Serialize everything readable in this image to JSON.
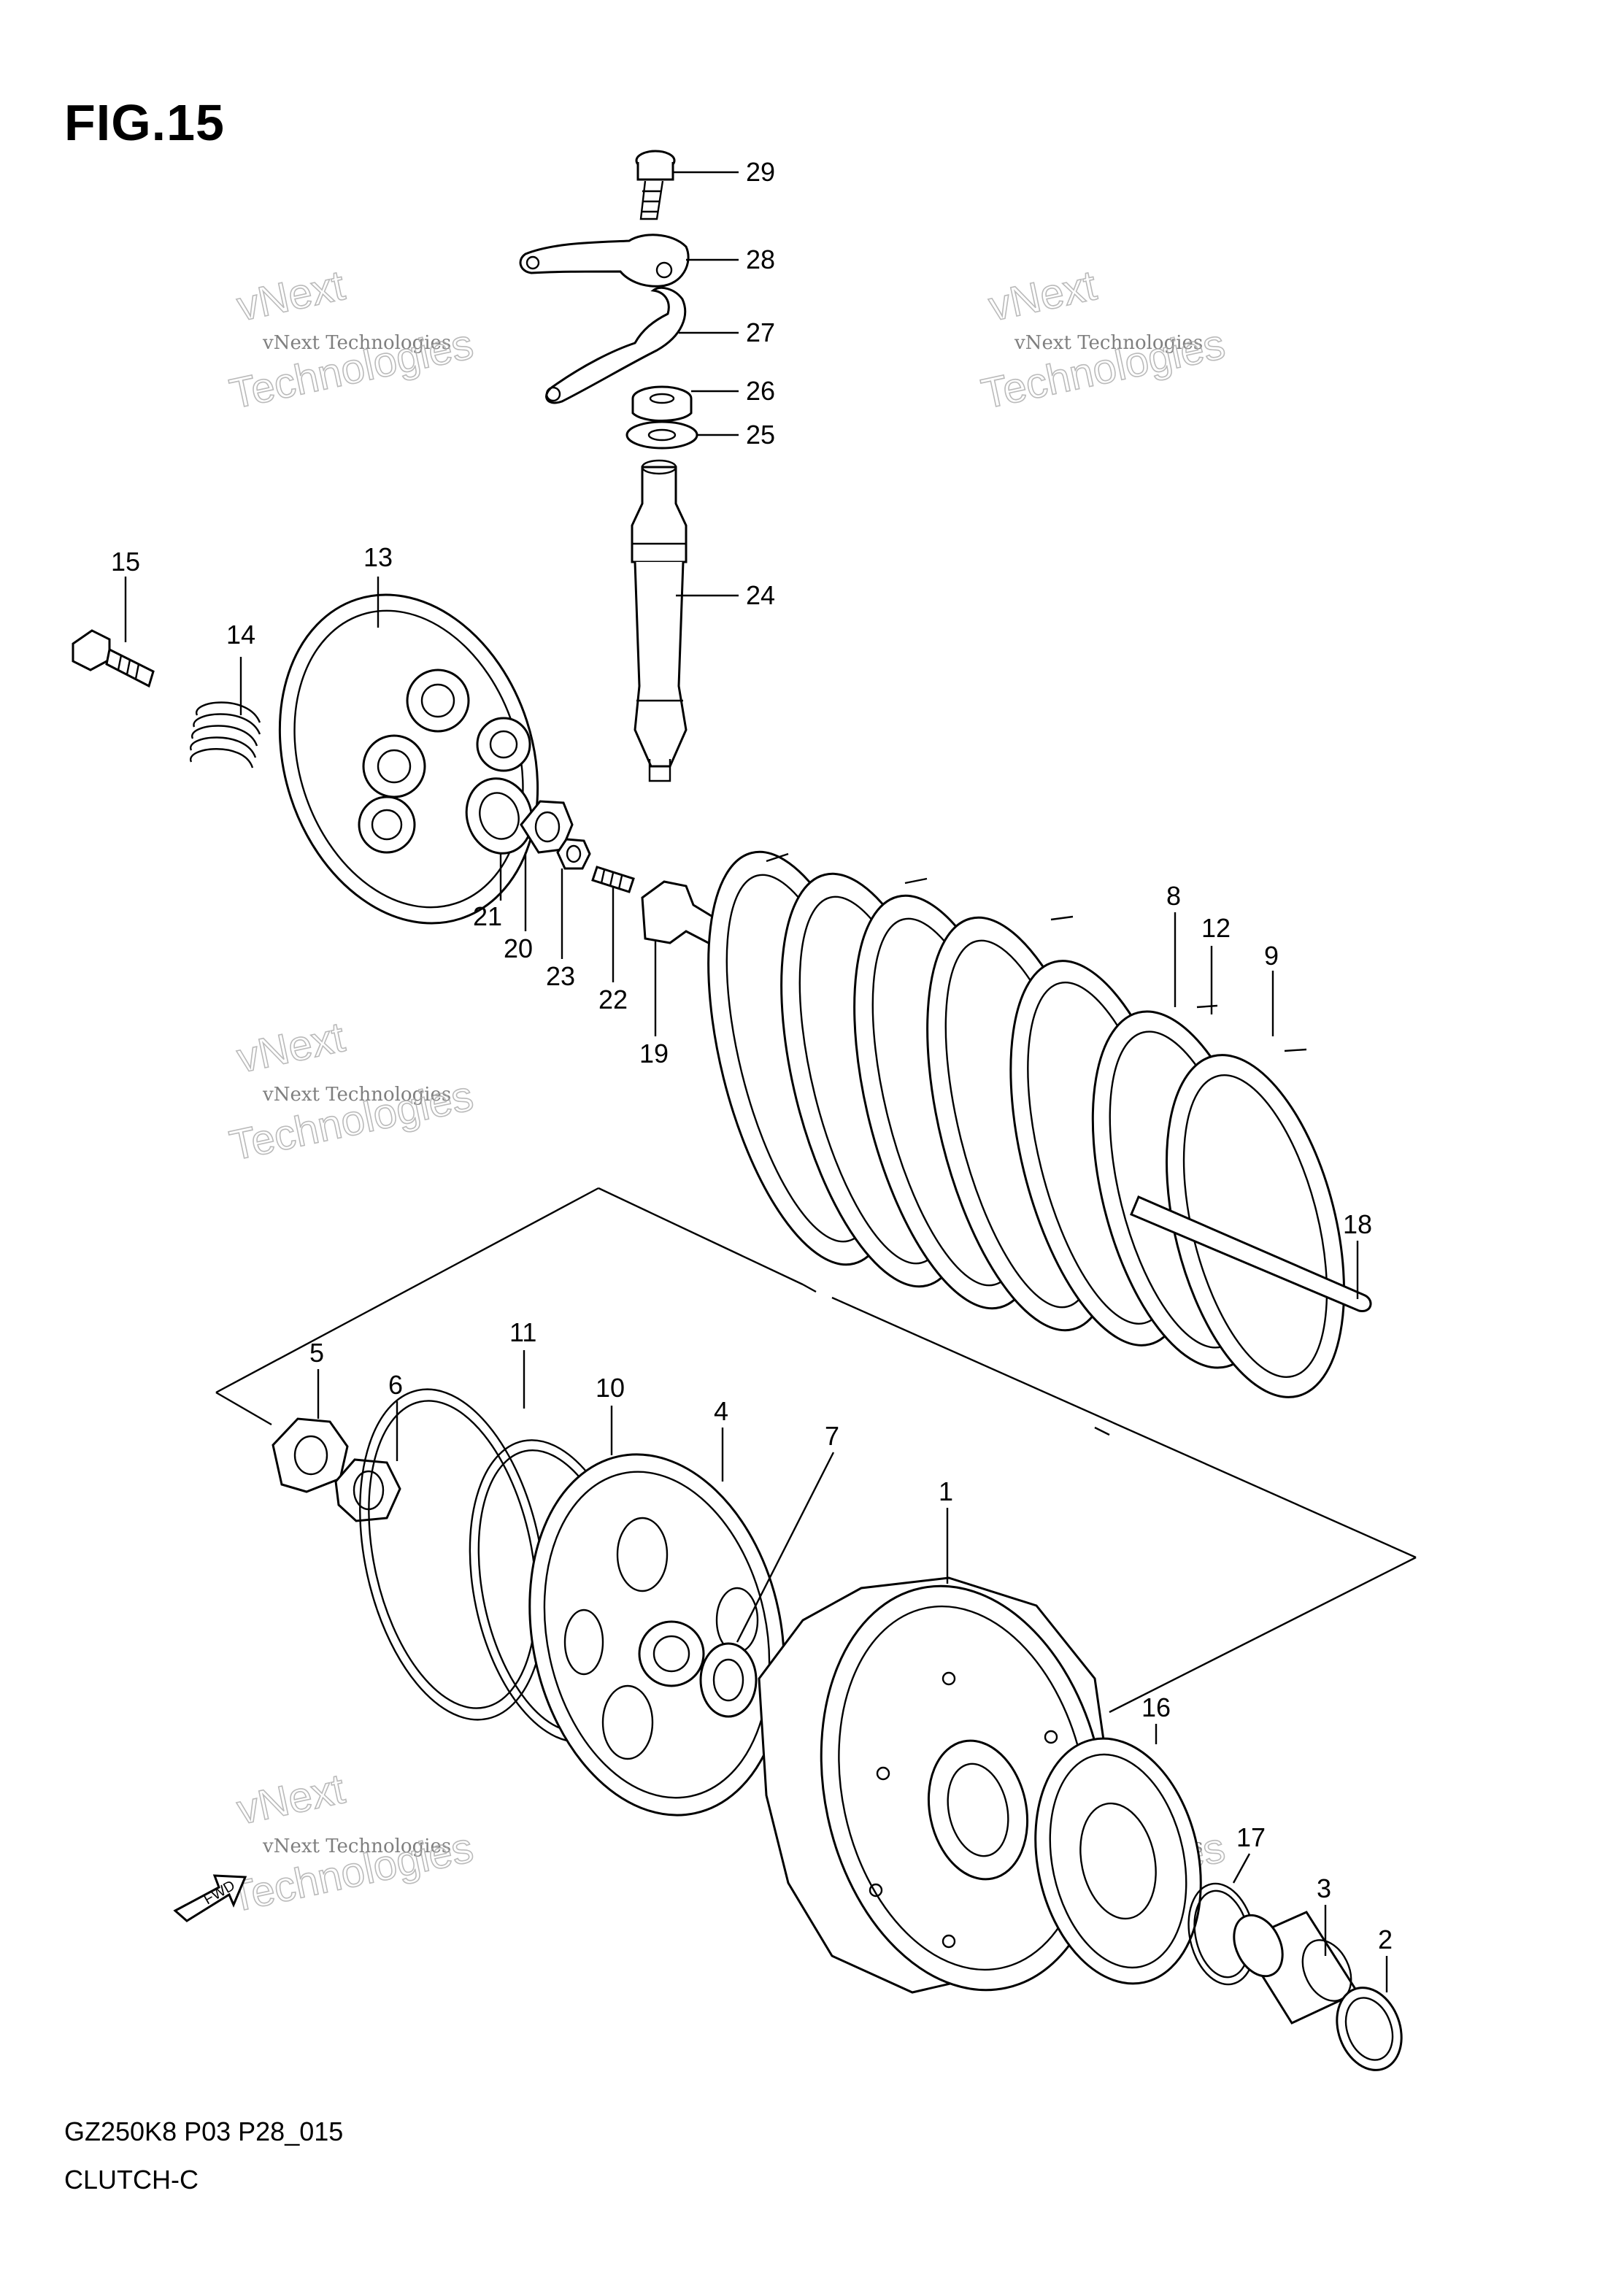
{
  "figure": {
    "title": "FIG.15",
    "code": "GZ250K8 P03 P28_015",
    "name": "CLUTCH-C"
  },
  "watermark": {
    "line1": "vNext Technologies",
    "line2": "vNext",
    "line3": "Technologies"
  },
  "fwd_label": "FWD",
  "callouts": [
    "29",
    "28",
    "27",
    "26",
    "25",
    "24",
    "15",
    "14",
    "13",
    "21",
    "20",
    "23",
    "22",
    "19",
    "8",
    "12",
    "9",
    "18",
    "5",
    "6",
    "11",
    "10",
    "4",
    "7",
    "1",
    "16",
    "17",
    "3",
    "2"
  ],
  "colors": {
    "line": "#000000",
    "background": "#ffffff",
    "watermark": "#aaaaaa"
  }
}
